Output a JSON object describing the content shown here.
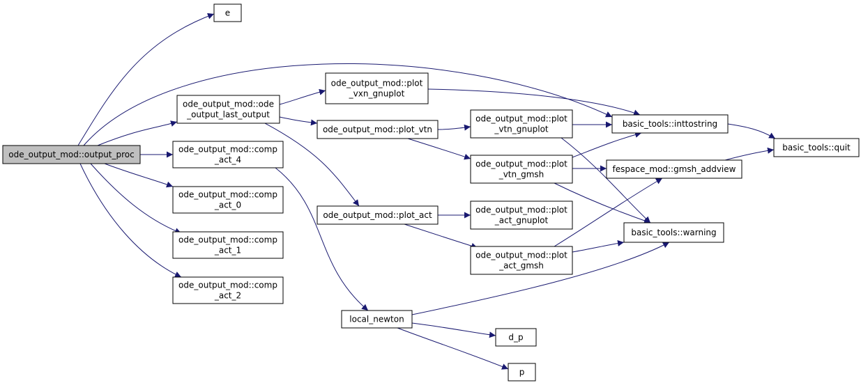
{
  "colors": {
    "edge": "#191970",
    "node_border": "#000000",
    "root_fill": "#bfbfbf",
    "node_fill": "#ffffff"
  },
  "nodes": {
    "output_proc": {
      "lines": [
        "ode_output_mod::output_proc"
      ]
    },
    "e": {
      "lines": [
        "e"
      ]
    },
    "last_output": {
      "lines": [
        "ode_output_mod::ode",
        "_output_last_output"
      ]
    },
    "comp_act_4": {
      "lines": [
        "ode_output_mod::comp",
        "_act_4"
      ]
    },
    "comp_act_0": {
      "lines": [
        "ode_output_mod::comp",
        "_act_0"
      ]
    },
    "comp_act_1": {
      "lines": [
        "ode_output_mod::comp",
        "_act_1"
      ]
    },
    "comp_act_2": {
      "lines": [
        "ode_output_mod::comp",
        "_act_2"
      ]
    },
    "plot_vxn_gnuplot": {
      "lines": [
        "ode_output_mod::plot",
        "_vxn_gnuplot"
      ]
    },
    "plot_vtn": {
      "lines": [
        "ode_output_mod::plot_vtn"
      ]
    },
    "plot_act": {
      "lines": [
        "ode_output_mod::plot_act"
      ]
    },
    "local_newton": {
      "lines": [
        "local_newton"
      ]
    },
    "plot_vtn_gnuplot": {
      "lines": [
        "ode_output_mod::plot",
        "_vtn_gnuplot"
      ]
    },
    "plot_vtn_gmsh": {
      "lines": [
        "ode_output_mod::plot",
        "_vtn_gmsh"
      ]
    },
    "plot_act_gnuplot": {
      "lines": [
        "ode_output_mod::plot",
        "_act_gnuplot"
      ]
    },
    "plot_act_gmsh": {
      "lines": [
        "ode_output_mod::plot",
        "_act_gmsh"
      ]
    },
    "d_p": {
      "lines": [
        "d_p"
      ]
    },
    "p": {
      "lines": [
        "p"
      ]
    },
    "inttostring": {
      "lines": [
        "basic_tools::inttostring"
      ]
    },
    "gmsh_addview": {
      "lines": [
        "fespace_mod::gmsh_addview"
      ]
    },
    "warning": {
      "lines": [
        "basic_tools::warning"
      ]
    },
    "quit": {
      "lines": [
        "basic_tools::quit"
      ]
    }
  },
  "edges": [
    [
      "output_proc",
      "e"
    ],
    [
      "output_proc",
      "inttostring"
    ],
    [
      "output_proc",
      "last_output"
    ],
    [
      "output_proc",
      "comp_act_4"
    ],
    [
      "output_proc",
      "comp_act_0"
    ],
    [
      "output_proc",
      "comp_act_1"
    ],
    [
      "output_proc",
      "comp_act_2"
    ],
    [
      "last_output",
      "plot_vxn_gnuplot"
    ],
    [
      "last_output",
      "plot_vtn"
    ],
    [
      "last_output",
      "plot_act"
    ],
    [
      "comp_act_4",
      "local_newton"
    ],
    [
      "plot_vxn_gnuplot",
      "inttostring"
    ],
    [
      "plot_vtn",
      "plot_vtn_gnuplot"
    ],
    [
      "plot_vtn",
      "plot_vtn_gmsh"
    ],
    [
      "plot_act",
      "plot_act_gnuplot"
    ],
    [
      "plot_act",
      "plot_act_gmsh"
    ],
    [
      "plot_vtn_gnuplot",
      "inttostring"
    ],
    [
      "plot_vtn_gnuplot",
      "warning"
    ],
    [
      "plot_vtn_gmsh",
      "inttostring"
    ],
    [
      "plot_vtn_gmsh",
      "gmsh_addview"
    ],
    [
      "plot_vtn_gmsh",
      "warning"
    ],
    [
      "plot_act_gmsh",
      "gmsh_addview"
    ],
    [
      "plot_act_gmsh",
      "warning"
    ],
    [
      "local_newton",
      "warning"
    ],
    [
      "local_newton",
      "d_p"
    ],
    [
      "local_newton",
      "p"
    ],
    [
      "inttostring",
      "quit"
    ],
    [
      "gmsh_addview",
      "quit"
    ]
  ]
}
